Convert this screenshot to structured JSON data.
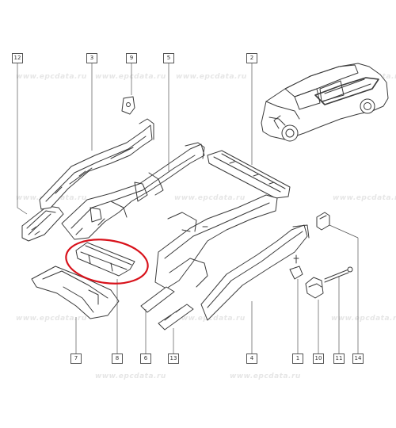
{
  "watermark": "www.epcdata.ru",
  "callouts": {
    "c1": "1",
    "c2": "2",
    "c3": "3",
    "c4": "4",
    "c5": "5",
    "c6": "6",
    "c7": "7",
    "c8": "8",
    "c9": "9",
    "c10": "10",
    "c11": "11",
    "c12": "12",
    "c13": "13",
    "c14": "14"
  },
  "colors": {
    "line": "#3a3a3a",
    "leader": "#555555",
    "highlight": "#d8121b",
    "watermark": "#e6e6e6"
  }
}
